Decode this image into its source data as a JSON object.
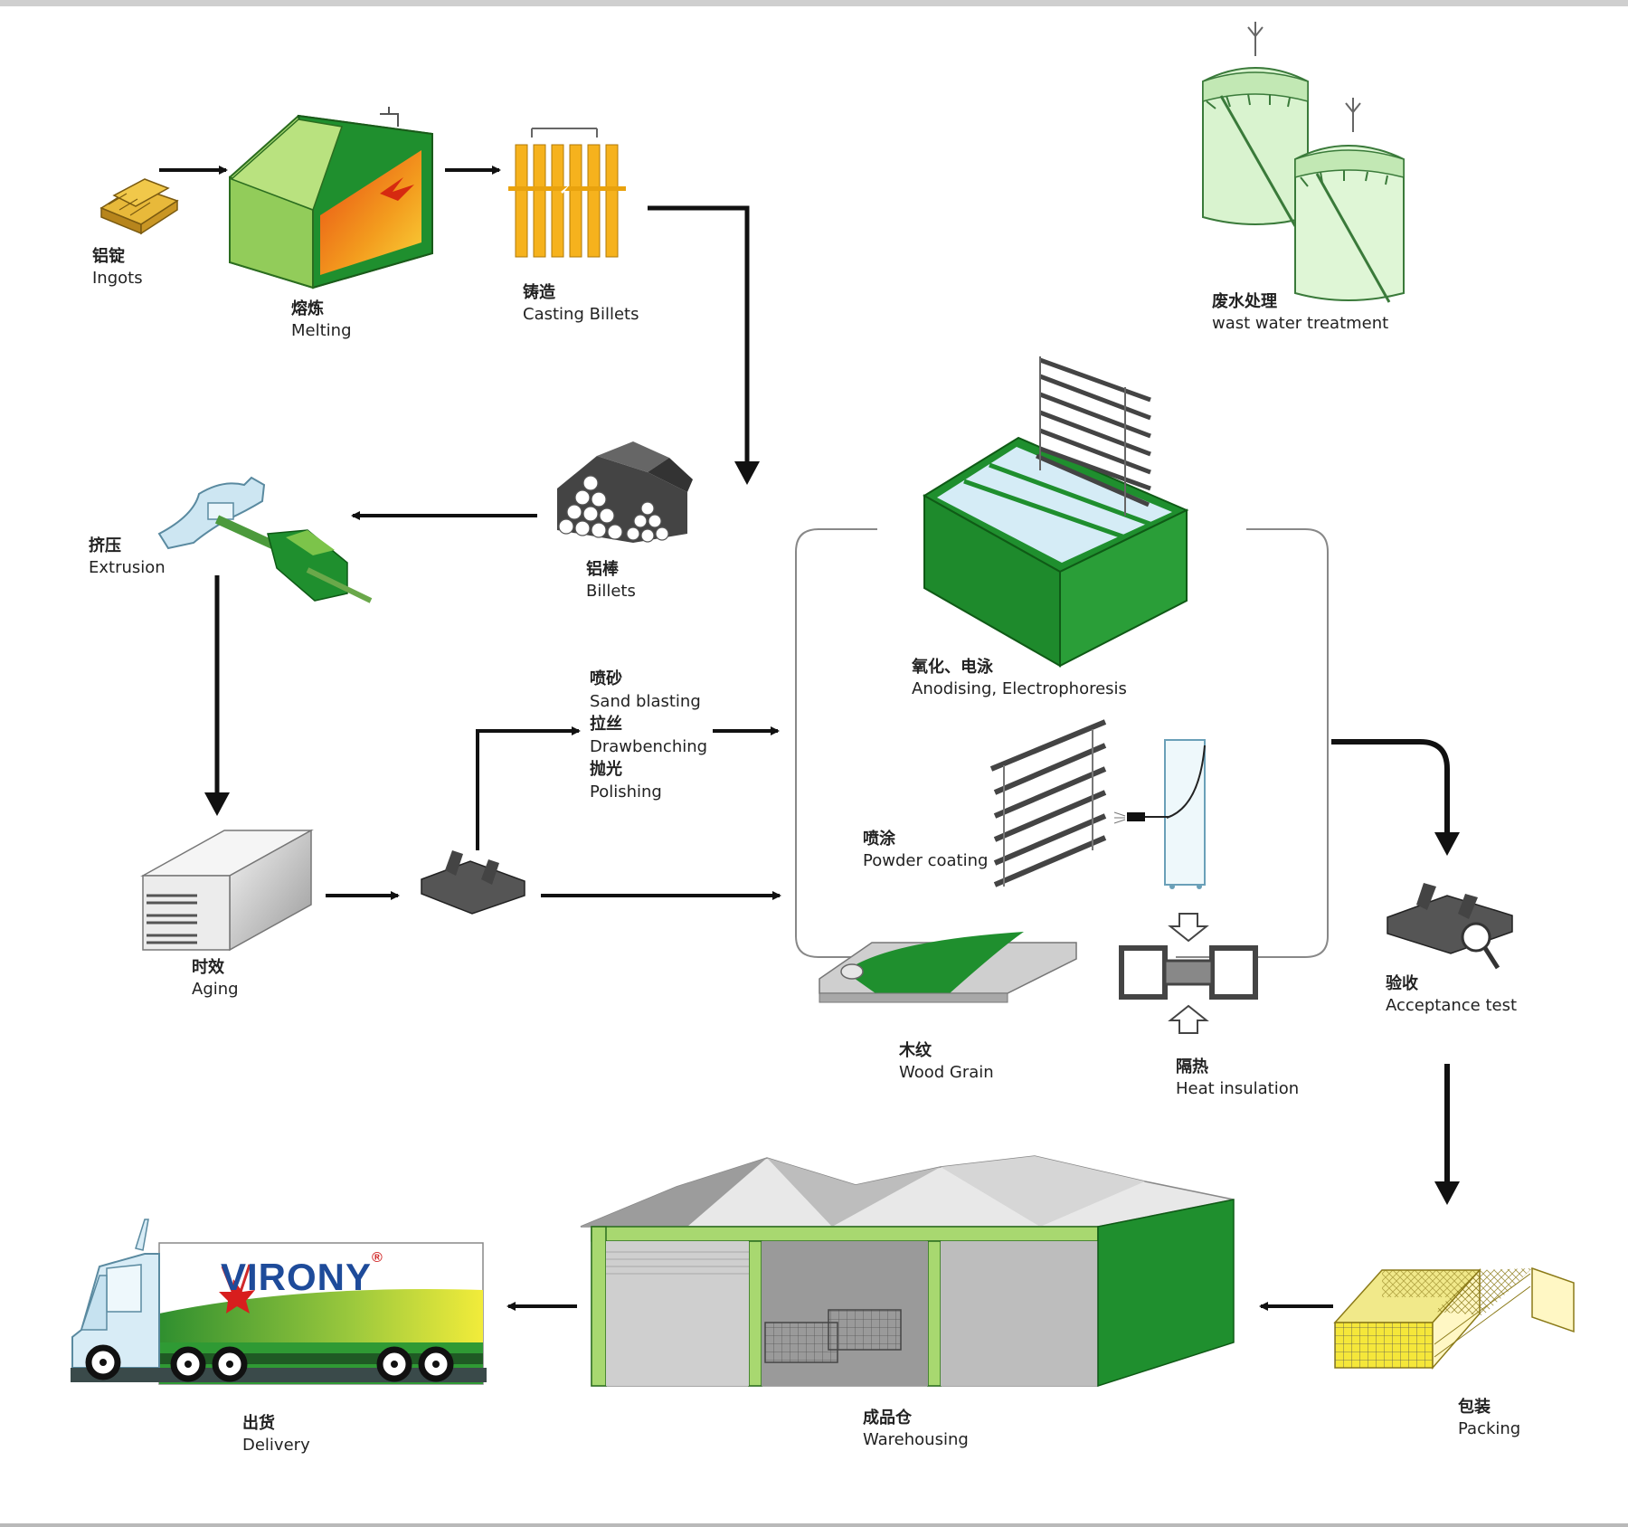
{
  "colors": {
    "green_dark": "#1b8c2e",
    "green_light": "#a7d86a",
    "gold": "#d9a52a",
    "orange": "#f2a51f",
    "arrow": "#111111",
    "grey": "#555555"
  },
  "steps": {
    "ingots": {
      "zh": "铝锭",
      "en": "Ingots"
    },
    "melting": {
      "zh": "熔炼",
      "en": "Melting"
    },
    "casting": {
      "zh": "铸造",
      "en": "Casting Billets"
    },
    "wastewater": {
      "zh": "废水处理",
      "en": "wast water treatment"
    },
    "billets": {
      "zh": "铝棒",
      "en": "Billets"
    },
    "extrusion": {
      "zh": "挤压",
      "en": "Extrusion"
    },
    "aging": {
      "zh": "时效",
      "en": "Aging"
    },
    "sandblasting": {
      "zh": "喷砂",
      "en": "Sand blasting"
    },
    "drawbenching": {
      "zh": "拉丝",
      "en": "Drawbenching"
    },
    "polishing": {
      "zh": "抛光",
      "en": "Polishing"
    },
    "anodising": {
      "zh": "氧化、电泳",
      "en": "Anodising, Electrophoresis"
    },
    "powder": {
      "zh": "喷涂",
      "en": "Powder coating"
    },
    "woodgrain": {
      "zh": "木纹",
      "en": "Wood Grain"
    },
    "heat": {
      "zh": "隔热",
      "en": "Heat insulation"
    },
    "acceptance": {
      "zh": "验收",
      "en": "Acceptance test"
    },
    "packing": {
      "zh": "包装",
      "en": "Packing"
    },
    "warehousing": {
      "zh": "成品仓",
      "en": "Warehousing"
    },
    "delivery": {
      "zh": "出货",
      "en": "Delivery"
    }
  },
  "truck": {
    "brand": "VIRONY",
    "registered": "®"
  },
  "icons": [
    "ingot-stack-icon",
    "melting-furnace-icon",
    "billet-rack-icon",
    "water-tank-icon",
    "billet-pile-icon",
    "extrusion-press-icon",
    "aging-oven-icon",
    "profile-icon",
    "anodising-tank-icon",
    "powder-coating-line-icon",
    "wood-grain-film-icon",
    "thermal-break-profile-icon",
    "magnifier-icon",
    "packed-bundle-icon",
    "warehouse-icon",
    "delivery-truck-icon"
  ]
}
